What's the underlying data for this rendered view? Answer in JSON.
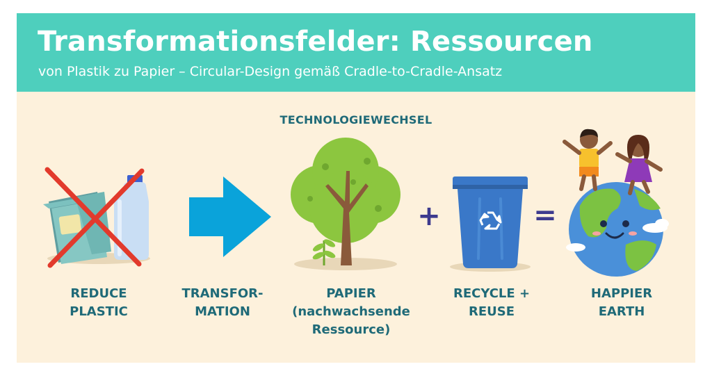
{
  "header": {
    "title": "Transformationsfelder: Ressourcen",
    "subtitle": "von Plastik zu Papier – Circular-Design gemäß Cradle-to-Cradle-Ansatz"
  },
  "section_label": "TECHNOLOGIEWECHSEL",
  "steps": [
    {
      "icon": "crossed-plastic-icon",
      "lines": [
        "REDUCE",
        "PLASTIC"
      ]
    },
    {
      "icon": "arrow-right-icon",
      "lines": [
        "TRANSFOR-",
        "MATION"
      ]
    },
    {
      "icon": "tree-icon",
      "lines": [
        "PAPIER",
        "(nachwachsende",
        "Ressource)"
      ]
    },
    {
      "icon": "recycle-bin-icon",
      "lines": [
        "RECYCLE +",
        "REUSE"
      ]
    },
    {
      "icon": "happy-earth-icon",
      "lines": [
        "HAPPIER",
        "EARTH"
      ]
    }
  ],
  "operators": [
    "+",
    "="
  ],
  "colors": {
    "header_bg": "#4ecfbd",
    "panel_bg": "#fdf1dc",
    "label_text": "#1f6a78",
    "arrow": "#0aa3da",
    "bin": "#3a78c8",
    "operator": "#3d3a8e",
    "cross": "#e23a2c"
  }
}
